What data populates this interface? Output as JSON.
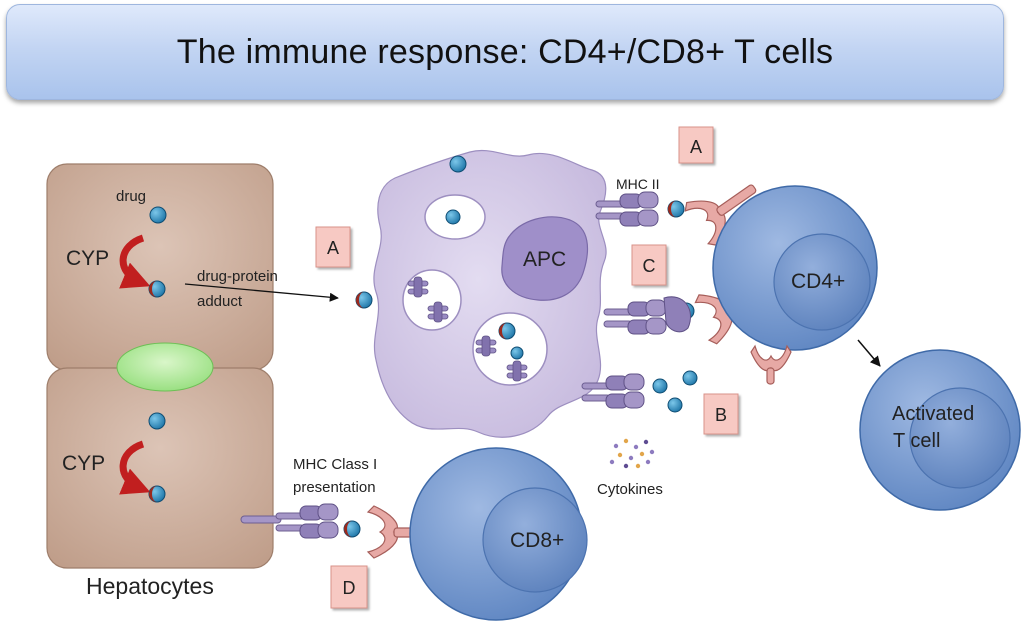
{
  "title": "The immune response: CD4+/CD8+ T cells",
  "labels": {
    "drug": "drug",
    "cyp_top": "CYP",
    "cyp_bottom": "CYP",
    "adduct_line1": "drug-protein",
    "adduct_line2": "adduct",
    "hepatocytes": "Hepatocytes",
    "apc": "APC",
    "mhc2": "MHC II",
    "cd4": "CD4+",
    "cd8": "CD8+",
    "activated_line1": "Activated",
    "activated_line2": "T cell",
    "mhc1_line1": "MHC Class I",
    "mhc1_line2": "presentation",
    "cytokines": "Cytokines"
  },
  "markers": {
    "a_top": "A",
    "a_left": "A",
    "b": "B",
    "c": "C",
    "d": "D"
  },
  "colors": {
    "hepatocyte": "#c6a592",
    "apc": "#cdc3e2",
    "t_cell": "#6b8fc7",
    "drug": "#2b86b8",
    "adduct": "#9b2a1e",
    "marker_box": "#f7c9c3",
    "cyp_arrow": "#c11f1f"
  }
}
